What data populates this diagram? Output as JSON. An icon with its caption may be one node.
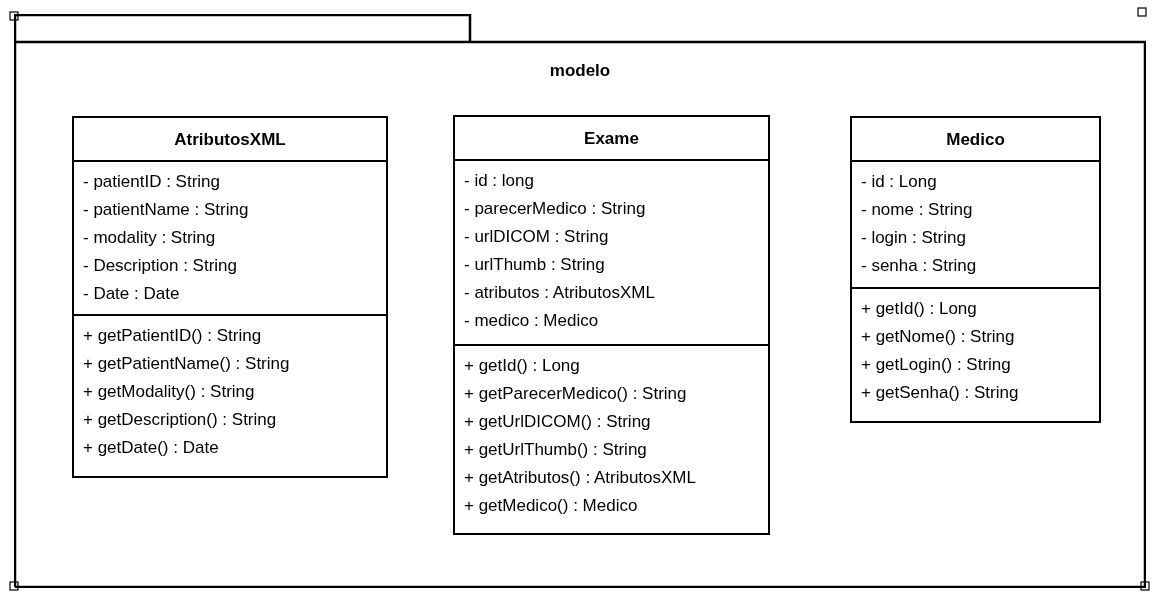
{
  "diagram": {
    "nodes": [
      {
        "text": [
          "modelo"
        ]
      },
      {
        "text": [
          "AtributosXML"
        ],
        "in": 0
      },
      {
        "text": [
          "- patientID : String",
          "- patientName : String",
          "- modality : String",
          "- Description : String",
          "- Date : Date"
        ],
        "in": 1
      },
      {
        "text": [
          "+ getPatientID() : String",
          "+ getPatientName() : String",
          "+ getModality() : String",
          "+ getDescription() : String",
          "+ getDate() : Date"
        ],
        "in": 1
      },
      {
        "text": [
          "Exame"
        ],
        "in": 0
      },
      {
        "text": [
          "- id : long",
          "- parecerMedico : String",
          "- urlDICOM : String",
          "- urlThumb : String",
          "- atributos : AtributosXML",
          "- medico : Medico"
        ],
        "in": 4
      },
      {
        "text": [
          "+ getId() : Long",
          "+ getParecerMedico() : String",
          "+ getUrlDICOM() : String",
          "+ getUrlThumb() : String",
          "+ getAtributos() : AtributosXML",
          "+ getMedico() : Medico"
        ],
        "in": 4
      },
      {
        "text": [
          "Medico"
        ],
        "in": 0
      },
      {
        "text": [
          "- id : Long",
          "- nome : String",
          "- login : String",
          "- senha : String"
        ],
        "in": 7
      },
      {
        "text": [
          "+ getId() : Long",
          "+ getNome() : String",
          "+ getLogin() : String",
          "+ getSenha() : String"
        ],
        "in": 7
      }
    ]
  }
}
